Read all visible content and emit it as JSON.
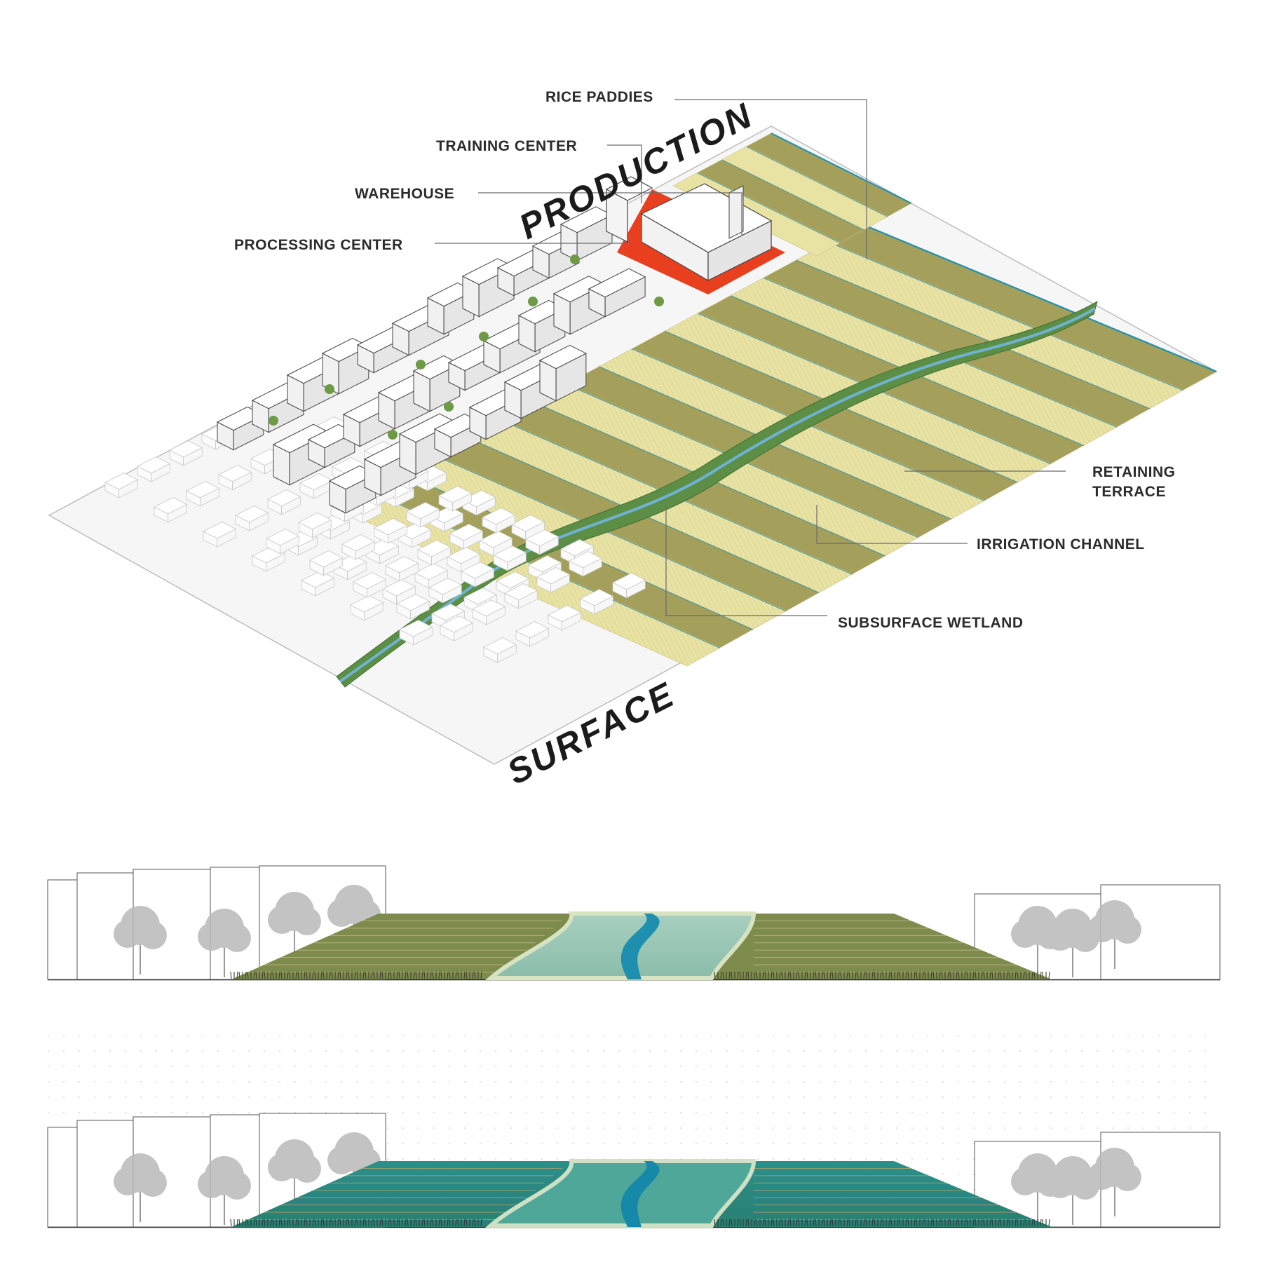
{
  "axonometric": {
    "title_production": "PRODUCTION",
    "title_surface": "SURFACE",
    "labels": {
      "rice_paddies": "RICE PADDIES",
      "training_center": "TRAINING CENTER",
      "warehouse": "WAREHOUSE",
      "processing_center": "PROCESSING CENTER",
      "retaining_terrace_1": "RETAINING",
      "retaining_terrace_2": "TERRACE",
      "irrigation_channel": "IRRIGATION CHANNEL",
      "subsurface_wetland": "SUBSURFACE WETLAND"
    }
  },
  "colors": {
    "paddy_dark": "#a4a05b",
    "paddy_light": "#e8e2a3",
    "channel_blue": "#1f8fb0",
    "wetland_green": "#5c8f45",
    "stream_blue": "#5fa8c8",
    "building_accent": "#e8401f",
    "flood_teal": "#2a8c89"
  },
  "sections": [
    {
      "name": "dry-section",
      "state": "dry"
    },
    {
      "name": "flood-section",
      "state": "flooded"
    }
  ]
}
